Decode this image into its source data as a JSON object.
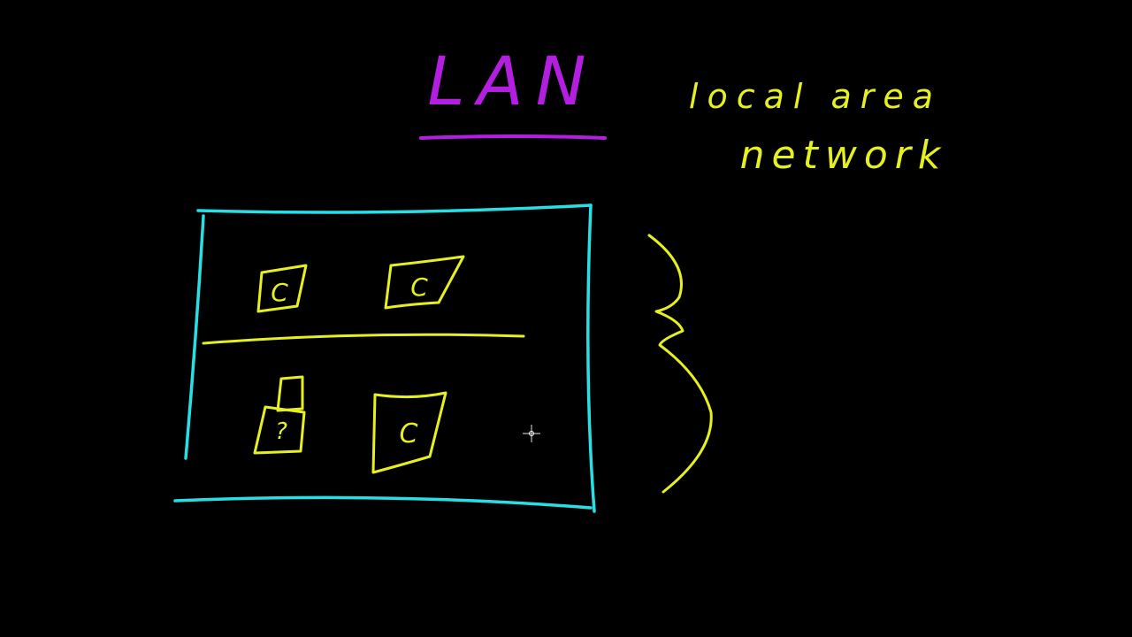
{
  "title": {
    "text": "LAN"
  },
  "expansion": {
    "line1": "local area",
    "line2": "network"
  },
  "devices": [
    {
      "letter": "C"
    },
    {
      "letter": "C"
    },
    {
      "letter": "?"
    },
    {
      "letter": "C"
    }
  ],
  "colors": {
    "background": "#000000",
    "title": "#b31ee0",
    "network_box": "#27e0e6",
    "devices": "#e6f01e",
    "annotation": "#e6f01e"
  }
}
